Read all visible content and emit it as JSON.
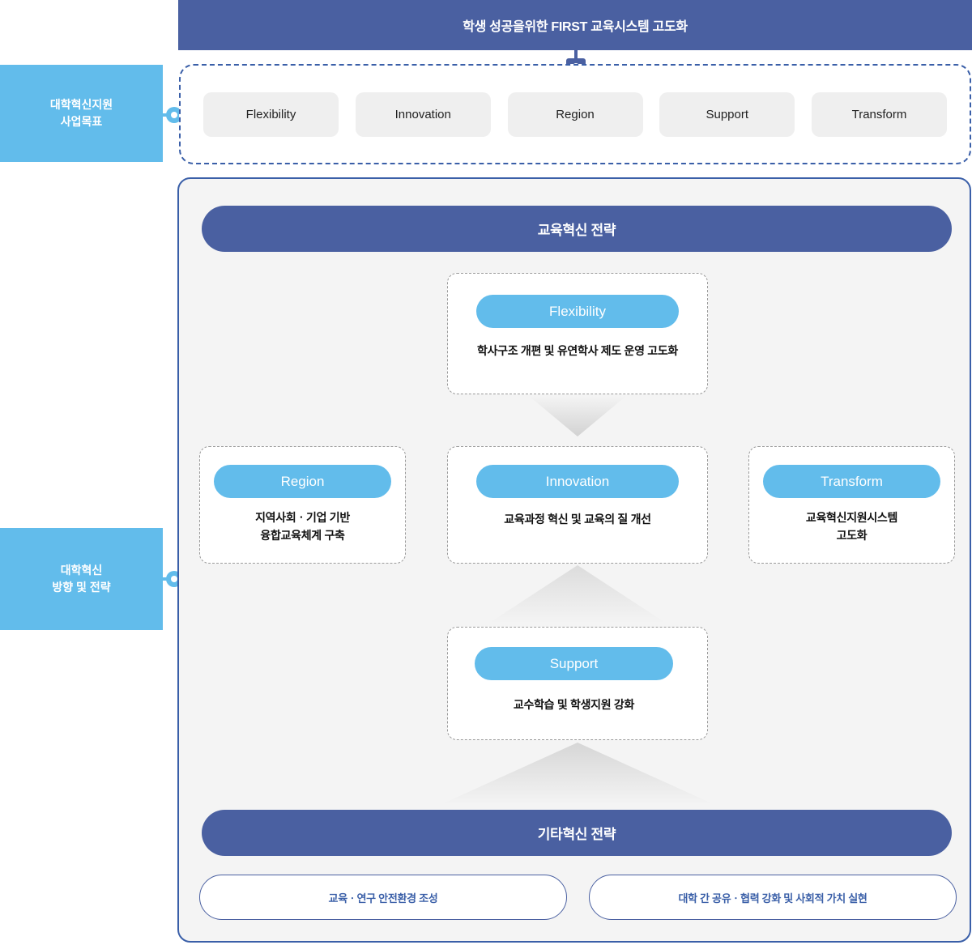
{
  "header": {
    "title": "학생 성공을위한 FIRST 교육시스템 고도화",
    "pin_icon": "pin-connector-icon"
  },
  "sidebar": {
    "items": [
      {
        "label": "대학혁신지원\n사업목표",
        "name": "side-tab-goal"
      },
      {
        "label": "대학혁신\n방향 및 전략",
        "name": "side-tab-strategy"
      }
    ]
  },
  "goals": {
    "boxes": [
      {
        "label": "Flexibility"
      },
      {
        "label": "Innovation"
      },
      {
        "label": "Region"
      },
      {
        "label": "Support"
      },
      {
        "label": "Transform"
      }
    ]
  },
  "strategy": {
    "edu_bar": "교육혁신 전략",
    "etc_bar": "기타혁신 전략",
    "cards": [
      {
        "key": "flexibility",
        "pill": "Flexibility",
        "desc": "학사구조 개편 및 유연학사 제도 운영 고도화"
      },
      {
        "key": "region",
        "pill": "Region",
        "desc": "지역사회ㆍ기업 기반\n융합교육체계 구축"
      },
      {
        "key": "innovation",
        "pill": "Innovation",
        "desc": "교육과정 혁신 및 교육의 질 개선"
      },
      {
        "key": "transform",
        "pill": "Transform",
        "desc": "교육혁신지원시스템\n고도화"
      },
      {
        "key": "support",
        "pill": "Support",
        "desc": "교수학습 및 학생지원 강화"
      }
    ],
    "sub_boxes": [
      {
        "label": "교육ㆍ연구 안전환경 조성"
      },
      {
        "label": "대학 간 공유ㆍ협력 강화 및 사회적 가치 실현"
      }
    ]
  },
  "colors": {
    "brand_dark_blue": "#4a60a1",
    "brand_light_blue": "#62bceb",
    "panel_bg": "#f4f4f4",
    "goal_box_bg": "#efefef",
    "border_blue": "#3a5fa8"
  }
}
